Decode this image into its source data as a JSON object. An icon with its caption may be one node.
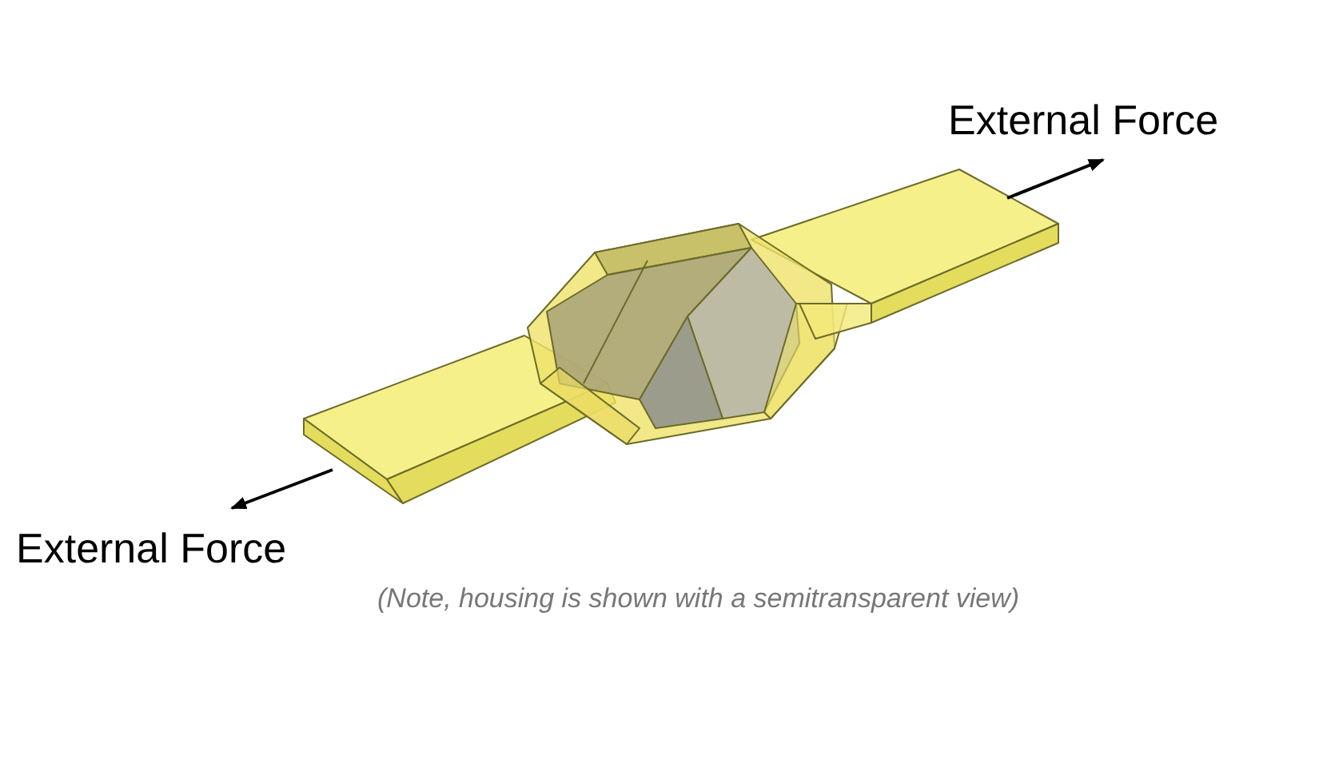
{
  "diagram": {
    "labels": [
      "External Force",
      "External Force",
      "(Note, housing is shown with a semitransparent view)"
    ]
  }
}
